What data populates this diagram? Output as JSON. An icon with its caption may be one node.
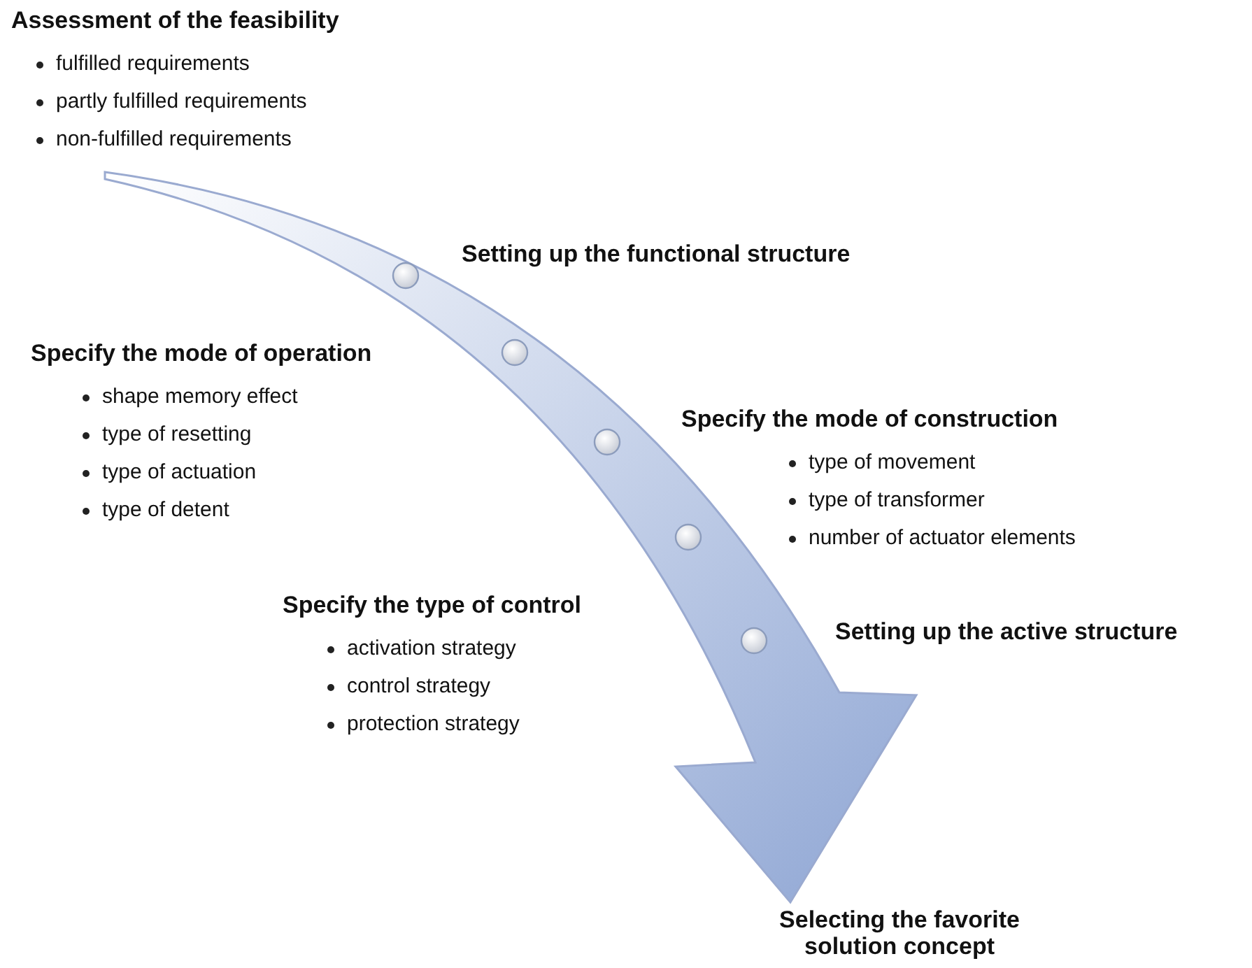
{
  "diagram": {
    "nodes": [
      {
        "text": [
          "Assessment of the feasibility",
          "fulfilled requirements",
          "partly fulfilled requirements",
          "non-fulfilled requirements"
        ]
      },
      {
        "text": [],
        "shape": "circle",
        "beside": [
          "Setting up the functional structure"
        ]
      },
      {
        "text": [],
        "shape": "circle",
        "beside": [
          "Specify the mode of operation",
          "shape memory effect",
          "type of resetting",
          "type of actuation",
          "type of detent"
        ]
      },
      {
        "text": [],
        "shape": "circle",
        "beside": [
          "Specify the mode of construction",
          "type of movement",
          "type of transformer",
          "number of actuator elements"
        ]
      },
      {
        "text": [],
        "shape": "circle",
        "beside": [
          "Specify the type of control",
          "activation strategy",
          "control strategy",
          "protection strategy"
        ]
      },
      {
        "text": [],
        "shape": "circle",
        "beside": [
          "Setting up the active structure"
        ]
      },
      {
        "text": [
          "Selecting the favorite solution concept"
        ]
      }
    ],
    "edges": [
      {
        "from": 0,
        "to": 6,
        "arrow": "to",
        "style": "thick"
      }
    ]
  }
}
